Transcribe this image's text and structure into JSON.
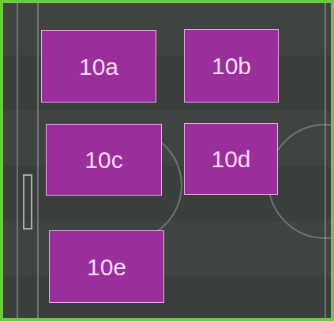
{
  "diagram": {
    "nodes": [
      {
        "text": [
          "10a"
        ]
      },
      {
        "text": [
          "10b"
        ]
      },
      {
        "text": [
          "10c"
        ]
      },
      {
        "text": [
          "10d"
        ]
      },
      {
        "text": [
          "10e"
        ]
      }
    ]
  }
}
